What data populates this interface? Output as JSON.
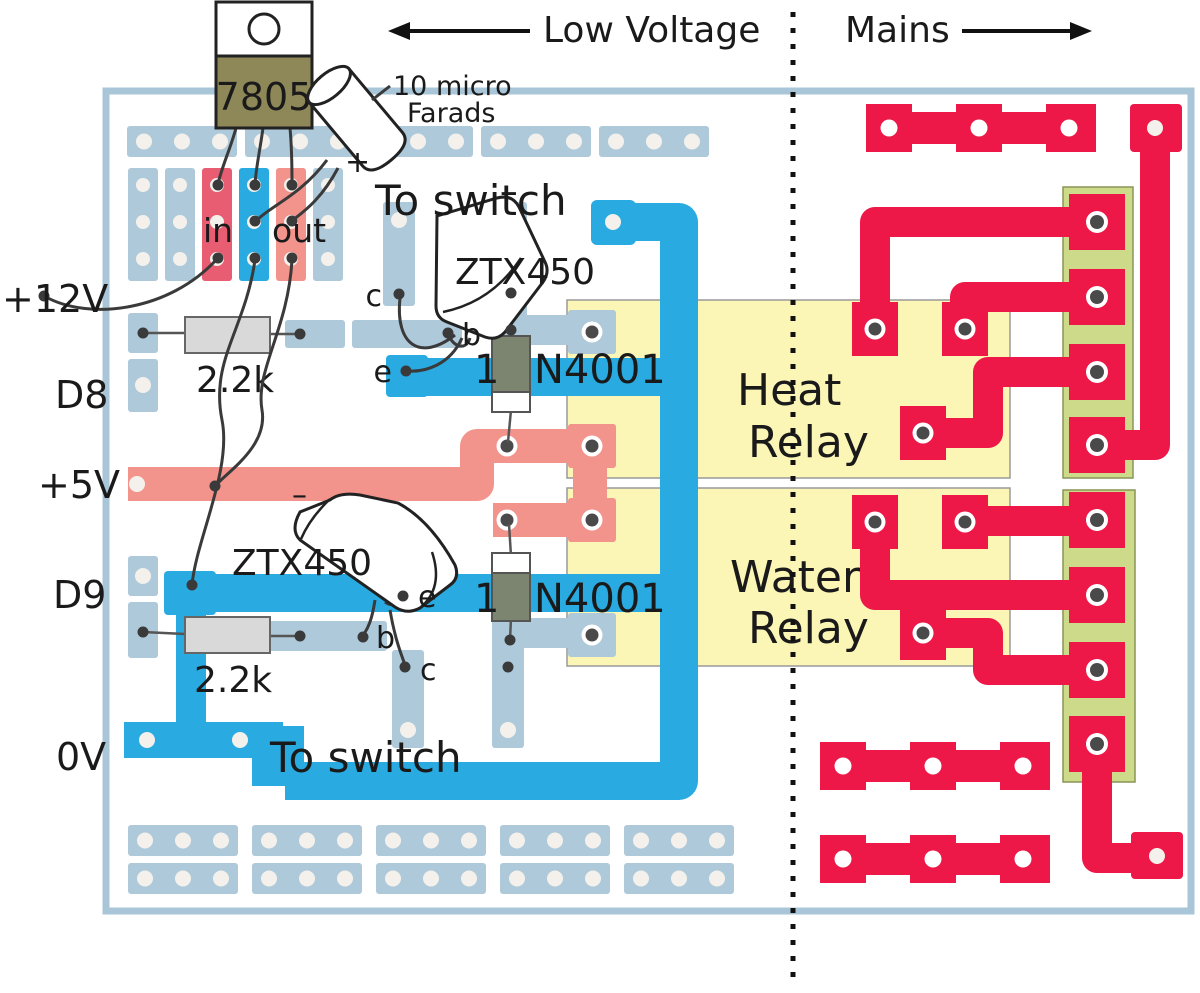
{
  "header": {
    "low_voltage": "Low Voltage",
    "mains": "Mains"
  },
  "rails": {
    "v12": "+12V",
    "d8": "D8",
    "v5": "+5V",
    "d9": "D9",
    "v0": "0V",
    "reg_in": "in",
    "reg_out": "out"
  },
  "components": {
    "regulator": "7805",
    "cap_line1": "10 micro",
    "cap_line2": "Farads",
    "cap_plus": "+",
    "cap_minus": "–",
    "resistor_top": "2.2k",
    "resistor_bottom": "2.2k",
    "transistor_top": "ZTX450",
    "transistor_bottom": "ZTX450",
    "diode_top_prefix": "1",
    "diode_top_rest": "N4001",
    "diode_bottom_prefix": "1",
    "diode_bottom_rest": "N4001"
  },
  "switch": {
    "top": "To switch",
    "bottom": "To switch"
  },
  "pins": {
    "c": "c",
    "b": "b",
    "e": "e"
  },
  "relays": {
    "heat_line1": "Heat",
    "heat_line2": "Relay",
    "water_line1": "Water",
    "water_line2": "Relay"
  },
  "colors": {
    "board_edge": "#a9c6d8",
    "pad_blue": "#aec9da",
    "trace_blue": "#29abe2",
    "trace_salmon": "#f2938c",
    "strip_red": "#e85d72",
    "mains_red": "#ed1848",
    "relay_yellow": "#fbf5b6",
    "connector_green": "#ccda8a",
    "regulator_olive": "#8e8757",
    "diode_olive": "#7b8570",
    "resistor_gray": "#d9d9d9"
  }
}
